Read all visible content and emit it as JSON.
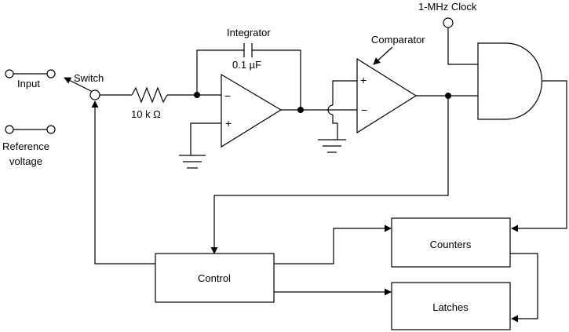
{
  "labels": {
    "clock": "1-MHz Clock",
    "integrator": "Integrator",
    "capacitor": "0.1 µF",
    "comparator": "Comparator",
    "input": "Input",
    "switch": "Switch",
    "resistor": "10 k Ω",
    "reference_line1": "Reference",
    "reference_line2": "voltage"
  },
  "blocks": {
    "control": "Control",
    "counters": "Counters",
    "latches": "Latches"
  },
  "integrator_signs": {
    "minus": "−",
    "plus": "+"
  },
  "comparator_signs": {
    "plus": "+",
    "minus": "−"
  }
}
